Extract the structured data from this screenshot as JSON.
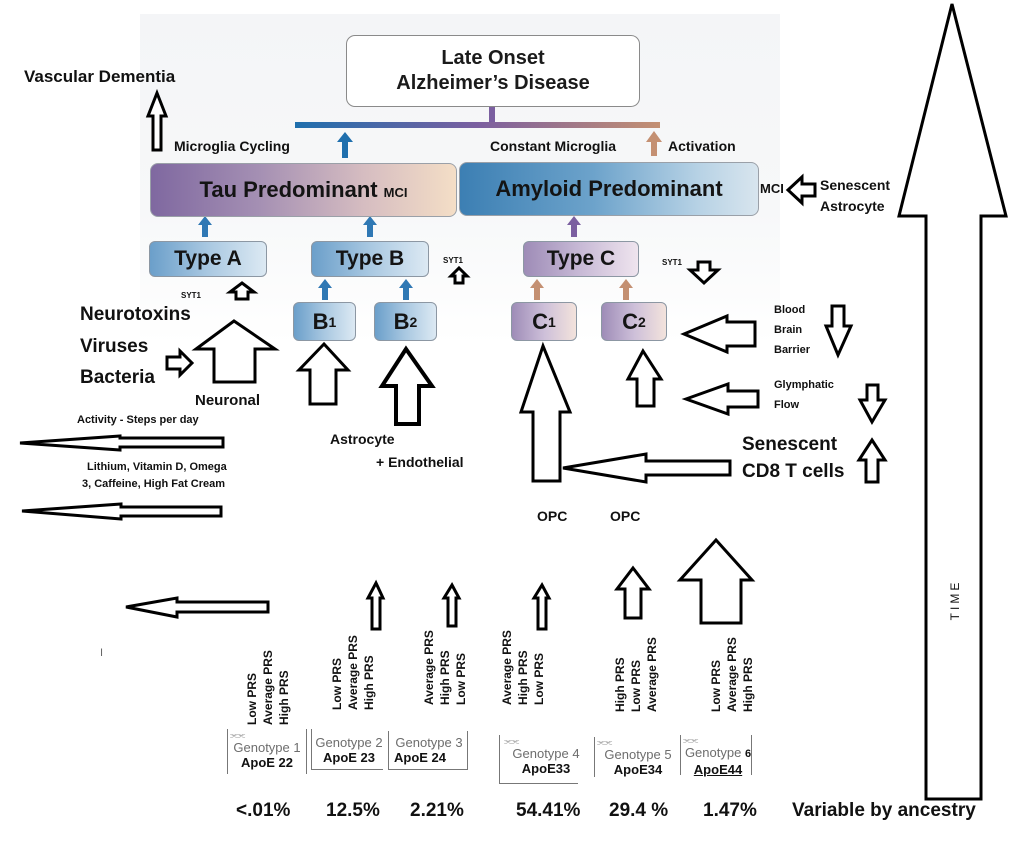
{
  "title": {
    "line1": "Late Onset",
    "line2": "Alzheimer’s Disease"
  },
  "branch_labels": {
    "microglia_cycling": "Microglia Cycling",
    "constant_microglia": "Constant Microglia",
    "activation": "Activation"
  },
  "mci": {
    "tau": {
      "label": "Tau Predominant",
      "suffix": "MCI"
    },
    "amyloid": {
      "label": "Amyloid Predominant",
      "suffix": "MCI"
    }
  },
  "types": {
    "a": "Type A",
    "b": "Type B",
    "c": "Type C"
  },
  "subtypes": {
    "b1": {
      "letter": "B",
      "index": "1"
    },
    "b2": {
      "letter": "B",
      "index": "2"
    },
    "c1": {
      "letter": "C",
      "index": "1"
    },
    "c2": {
      "letter": "C",
      "index": "2"
    }
  },
  "syt_labels": {
    "a": "SYT1",
    "b": "SYT1",
    "c": "SYT1"
  },
  "left_labels": {
    "vascular_dementia": "Vascular Dementia",
    "neurotoxins": "Neurotoxins",
    "viruses": "Viruses",
    "bacteria": "Bacteria",
    "neuronal": "Neuronal",
    "activity": "Activity - Steps per day",
    "supplements_line1": "Lithium, Vitamin D, Omega",
    "supplements_line2": "3, Caffeine, High Fat Cream"
  },
  "middle_labels": {
    "astrocyte": "Astrocyte",
    "endothelial": "+ Endothelial",
    "opc_1": "OPC",
    "opc_2": "OPC"
  },
  "right_labels": {
    "senescent_astrocyte_1": "Senescent",
    "senescent_astrocyte_2": "Astrocyte",
    "bbb_1": "Blood",
    "bbb_2": "Brain",
    "bbb_3": "Barrier",
    "glymphatic_1": "Glymphatic",
    "glymphatic_2": "Flow",
    "cd8_1": "Senescent",
    "cd8_2": "CD8 T cells",
    "time": "TIME"
  },
  "genotypes": [
    {
      "name": "Genotype 1",
      "apoe": "ApoE 22",
      "prs": [
        "Low PRS",
        "Average PRS",
        "High PRS"
      ],
      "frequency": "<.01%",
      "dna_icon": true
    },
    {
      "name": "Genotype 2",
      "apoe": "ApoE 23",
      "prs": [
        "Low PRS",
        "Average PRS",
        "High PRS"
      ],
      "frequency": "12.5%",
      "dna_icon": false
    },
    {
      "name": "Genotype 3",
      "apoe": "ApoE 24",
      "prs": [
        "Average PRS",
        "High PRS",
        "Low PRS"
      ],
      "frequency": "2.21%",
      "dna_icon": false
    },
    {
      "name": "Genotype 4",
      "apoe": "ApoE33",
      "prs": [
        "Average PRS",
        "High PRS",
        "Low PRS"
      ],
      "frequency": "54.41%",
      "dna_icon": true
    },
    {
      "name": "Genotype 5",
      "apoe": "ApoE34",
      "prs": [
        "High PRS",
        "Low PRS",
        "Average PRS"
      ],
      "frequency": "29.4 %",
      "dna_icon": true
    },
    {
      "name": "Genotype",
      "name_suffix": "6",
      "apoe": "ApoE44",
      "prs": [
        "Low PRS",
        "Average PRS",
        "High PRS"
      ],
      "frequency": "1.47%",
      "dna_icon": true
    }
  ],
  "footer": {
    "variable": "Variable by ancestry",
    "stray_mark": "I"
  },
  "icons": {
    "dna": "DNA-strand"
  },
  "colors": {
    "blue_arrow": "#2f6fa8",
    "purple_arrow": "#7b5fa0",
    "tan_arrow": "#c48e6e",
    "outline": "#000000"
  }
}
